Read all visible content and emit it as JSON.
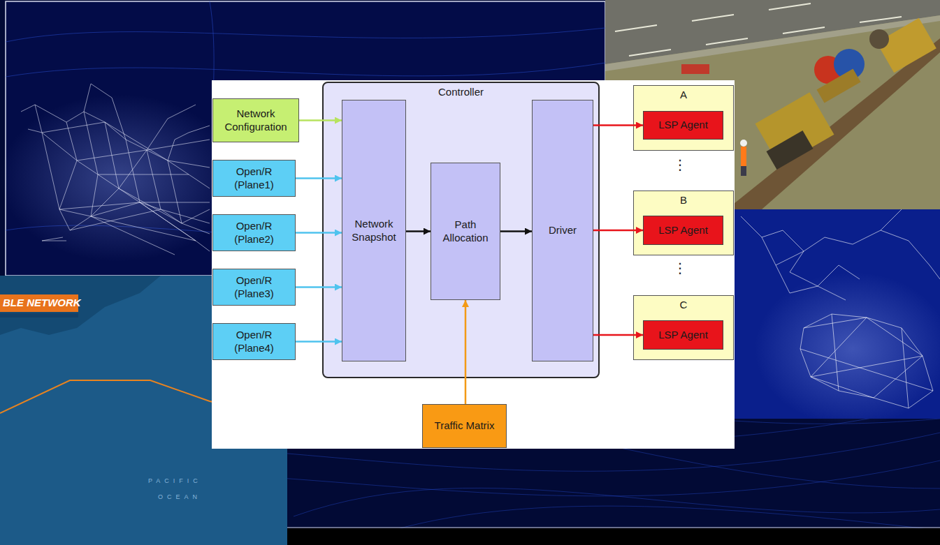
{
  "diagram": {
    "nodes": [
      {
        "text": [
          "Controller"
        ]
      },
      {
        "text": [
          "Network Configuration"
        ]
      },
      {
        "text": [
          "Open/R (Plane1)"
        ]
      },
      {
        "text": [
          "Open/R (Plane2)"
        ]
      },
      {
        "text": [
          "Open/R (Plane3)"
        ]
      },
      {
        "text": [
          "Open/R (Plane4)"
        ]
      },
      {
        "text": [
          "Network Snapshot"
        ],
        "in": 0
      },
      {
        "text": [
          "Path Allocation"
        ],
        "in": 0
      },
      {
        "text": [
          "Driver"
        ],
        "in": 0
      },
      {
        "text": [
          "A"
        ]
      },
      {
        "text": [
          "LSP Agent"
        ],
        "in": 9
      },
      {
        "text": [
          "B"
        ]
      },
      {
        "text": [
          "LSP Agent"
        ],
        "in": 11
      },
      {
        "text": [
          "C"
        ]
      },
      {
        "text": [
          "LSP Agent"
        ],
        "in": 13
      },
      {
        "text": [
          "Traffic Matrix"
        ]
      }
    ],
    "edges": [
      {
        "from": 1,
        "to": 6,
        "arrow": "to"
      },
      {
        "from": 2,
        "to": 6,
        "arrow": "to"
      },
      {
        "from": 3,
        "to": 6,
        "arrow": "to"
      },
      {
        "from": 4,
        "to": 6,
        "arrow": "to"
      },
      {
        "from": 5,
        "to": 6,
        "arrow": "to"
      },
      {
        "from": 6,
        "to": 7,
        "arrow": "to"
      },
      {
        "from": 7,
        "to": 8,
        "arrow": "to"
      },
      {
        "from": 15,
        "to": 7,
        "arrow": "to"
      },
      {
        "from": 8,
        "to": 10,
        "arrow": "to"
      },
      {
        "from": 8,
        "to": 12,
        "arrow": "to"
      },
      {
        "from": 8,
        "to": 14,
        "arrow": "to"
      }
    ],
    "labels": [
      "⋮",
      "⋮",
      "BLE NETWORK",
      "PACIFIC",
      "OCEAN"
    ]
  }
}
